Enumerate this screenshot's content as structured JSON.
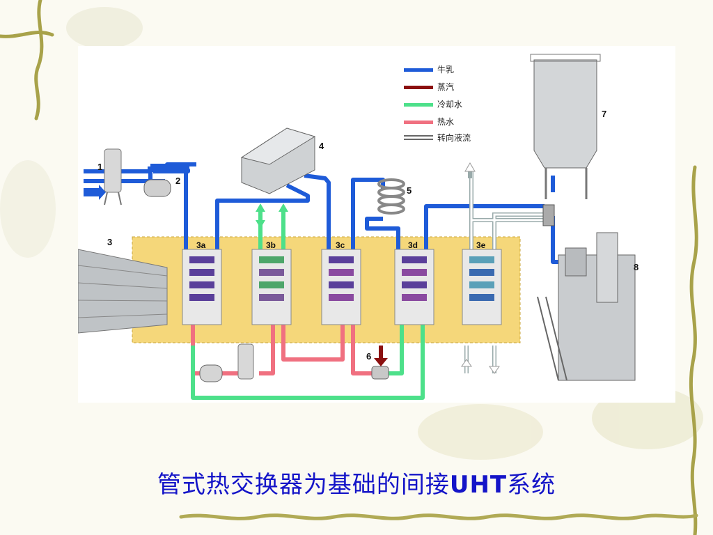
{
  "slide": {
    "title_cn": "管式热交换器为基础的间接",
    "title_latin": "UHT",
    "title_suffix": "系统"
  },
  "legend": [
    {
      "label": "牛乳",
      "color": "#1e5bd8"
    },
    {
      "label": "蒸汽",
      "color": "#8b1010"
    },
    {
      "label": "冷却水",
      "color": "#4de08a"
    },
    {
      "label": "热水",
      "color": "#f07080"
    },
    {
      "label": "转向液流",
      "color": "#444444"
    }
  ],
  "components": {
    "n1": "1",
    "n2": "2",
    "n3": "3",
    "n4": "4",
    "n5": "5",
    "n6": "6",
    "n7": "7",
    "n8": "8"
  },
  "sections": {
    "s3a": "3a",
    "s3b": "3b",
    "s3c": "3c",
    "s3d": "3d",
    "s3e": "3e"
  },
  "colors": {
    "milk": "#1e5bd8",
    "steam": "#8b1010",
    "cooling": "#4de08a",
    "hotwater": "#f07080",
    "board": "#f5d77a",
    "title": "#1414c8"
  }
}
